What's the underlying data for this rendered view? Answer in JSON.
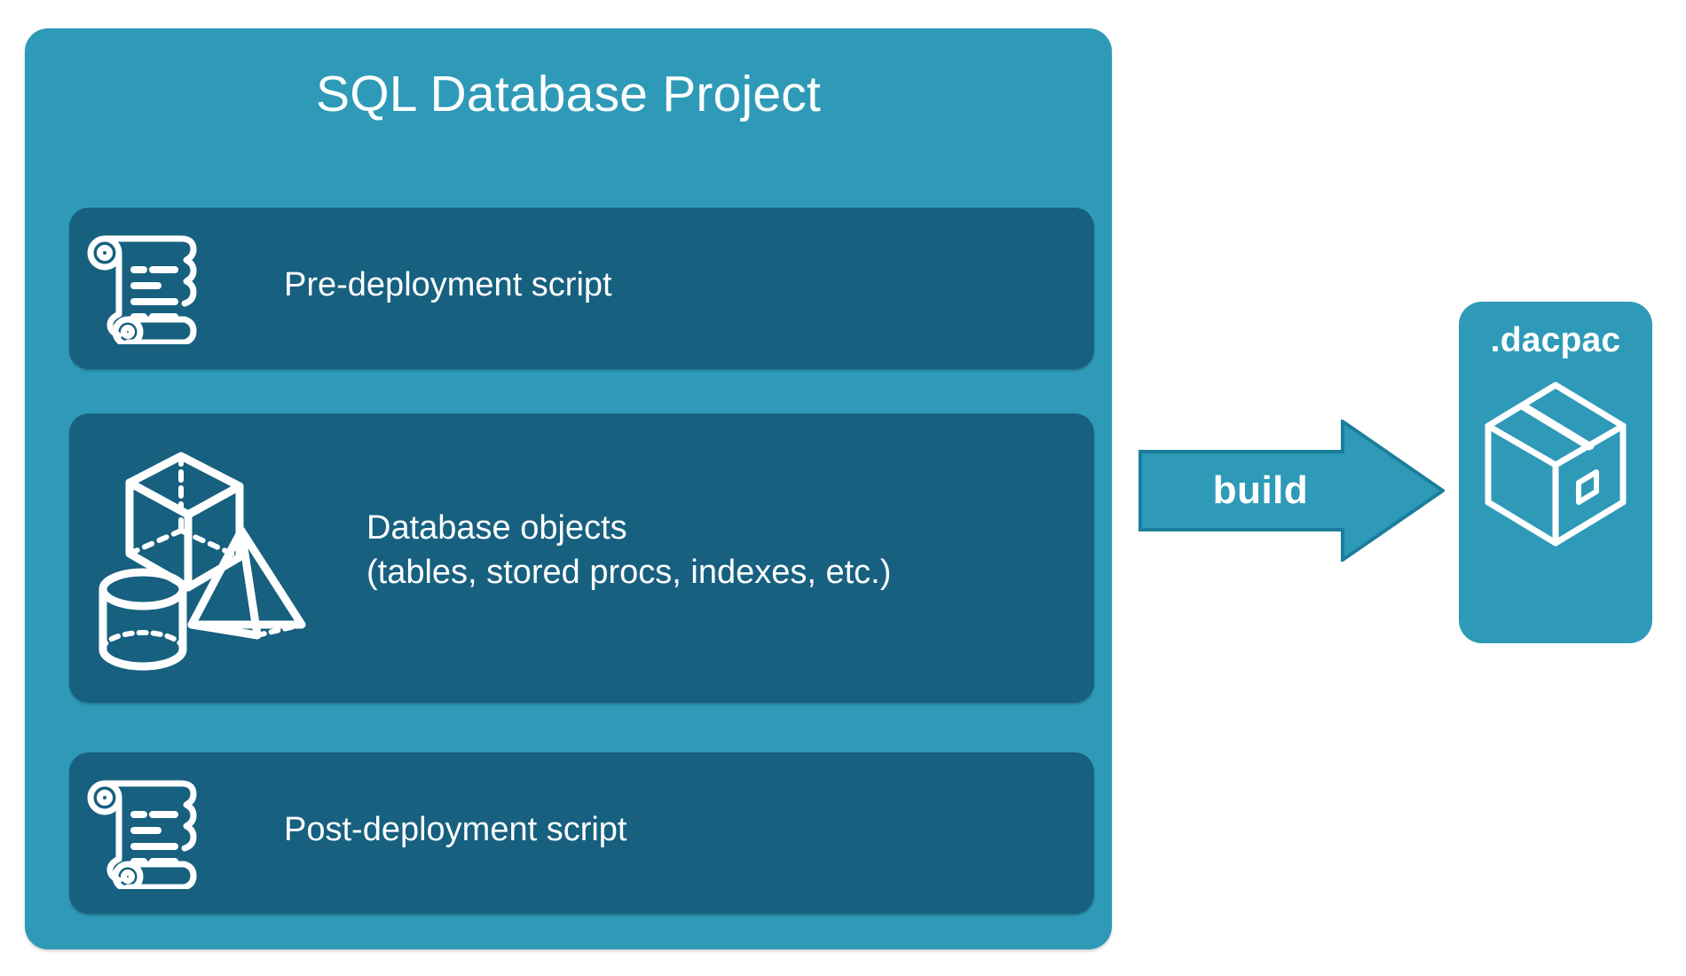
{
  "diagram": {
    "type": "flow",
    "background": "#FFFFFF",
    "colors": {
      "card_teal": "#2E9AB8",
      "panel_dark_teal": "#17607F",
      "icon_white": "#FFFFFF",
      "arrow_fill": "#2E9AB8",
      "arrow_stroke": "#1B7E9B"
    }
  },
  "project": {
    "title": "SQL Database Project",
    "panels": [
      {
        "label": "Pre-deployment script",
        "icon": "scroll-icon"
      },
      {
        "label": "Database objects\n(tables, stored procs, indexes, etc.)",
        "line1": "Database objects",
        "line2": "(tables, stored procs, indexes, etc.)",
        "icon": "3d-shapes-icon"
      },
      {
        "label": "Post-deployment script",
        "icon": "scroll-icon"
      }
    ]
  },
  "arrow": {
    "label": "build",
    "direction": "right"
  },
  "output": {
    "label": ".dacpac",
    "icon": "package-box-icon"
  }
}
